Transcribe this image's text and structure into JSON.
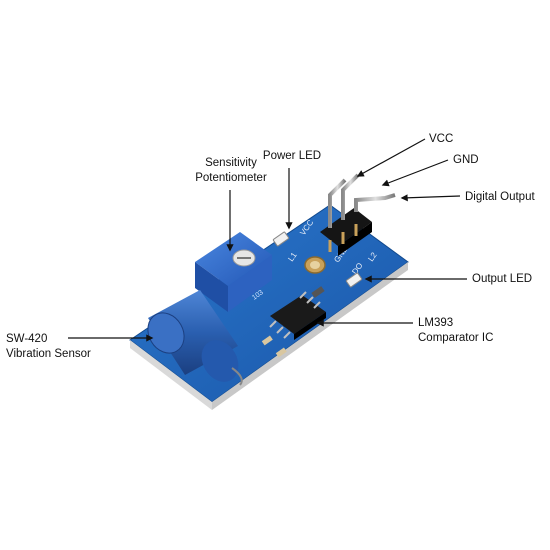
{
  "labels": {
    "vcc": "VCC",
    "gnd": "GND",
    "digital_output": "Digital Output",
    "output_led": "Output LED",
    "power_led": "Power LED",
    "sensitivity_line1": "Sensitivity",
    "sensitivity_line2": "Potentiometer",
    "lm393_line1": "LM393",
    "lm393_line2": "Comparator IC",
    "sw420_line1": "SW-420",
    "sw420_line2": "Vibration Sensor"
  },
  "silkscreen": {
    "vcc": "VCC",
    "gnd": "GND",
    "do": "DO",
    "pot_code": "103",
    "l1": "L1",
    "l2": "L2"
  },
  "colors": {
    "pcb_blue": "#1f63b8",
    "pot_blue": "#2f6fd0",
    "sensor_blue": "#2a5fb0",
    "annotation_line": "#111111",
    "pin_gold": "#c9a15a"
  }
}
